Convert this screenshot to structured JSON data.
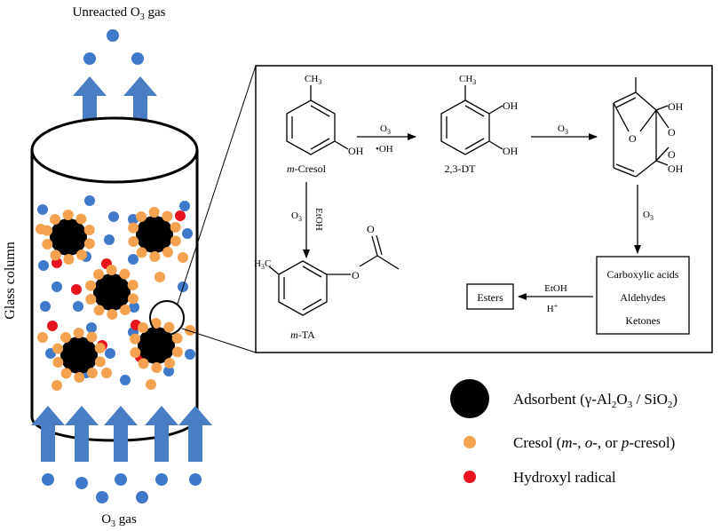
{
  "colors": {
    "arrow_blue": "#4a7ec4",
    "o3_blue": "#3f79c9",
    "cresol_orange": "#f4a24f",
    "radical_red": "#e8141d",
    "adsorbent_black": "#000000"
  },
  "column": {
    "top_label_prefix": "Unreacted O",
    "top_label_sub": "3",
    "top_label_suffix": " gas",
    "side_label": "Glass column",
    "bottom_label_prefix": "O",
    "bottom_label_sub": "3",
    "bottom_label_suffix": " gas"
  },
  "scheme": {
    "ch3_label": "CH3",
    "m_cresol_prefix": "m",
    "m_cresol_suffix": "-Cresol",
    "dt_label": "2,3-DT",
    "oh_label": "OH",
    "o_label": "O",
    "step1_reagent": "O3",
    "step1_catalyst": "•OH",
    "step2_reagent": "O3",
    "step3_reagent": "O3",
    "step4_reagent": "O3",
    "step4_solvent": "EtOH",
    "h3c_label": "H3C",
    "m_ta_prefix": "m",
    "m_ta_suffix": "-TA",
    "products_box": [
      "Carboxylic acids",
      "Aldehydes",
      "Ketones"
    ],
    "esters_box": "Esters",
    "ester_reagent": "EtOH",
    "ester_catalyst": "H+"
  },
  "legend": [
    {
      "symbol": "adsorbent",
      "label": "Adsorbent (γ-Al2O3 / SiO2)"
    },
    {
      "symbol": "cresol",
      "label": "Cresol (m-, o-, or p-cresol)"
    },
    {
      "symbol": "radical",
      "label": "Hydroxyl radical"
    }
  ]
}
